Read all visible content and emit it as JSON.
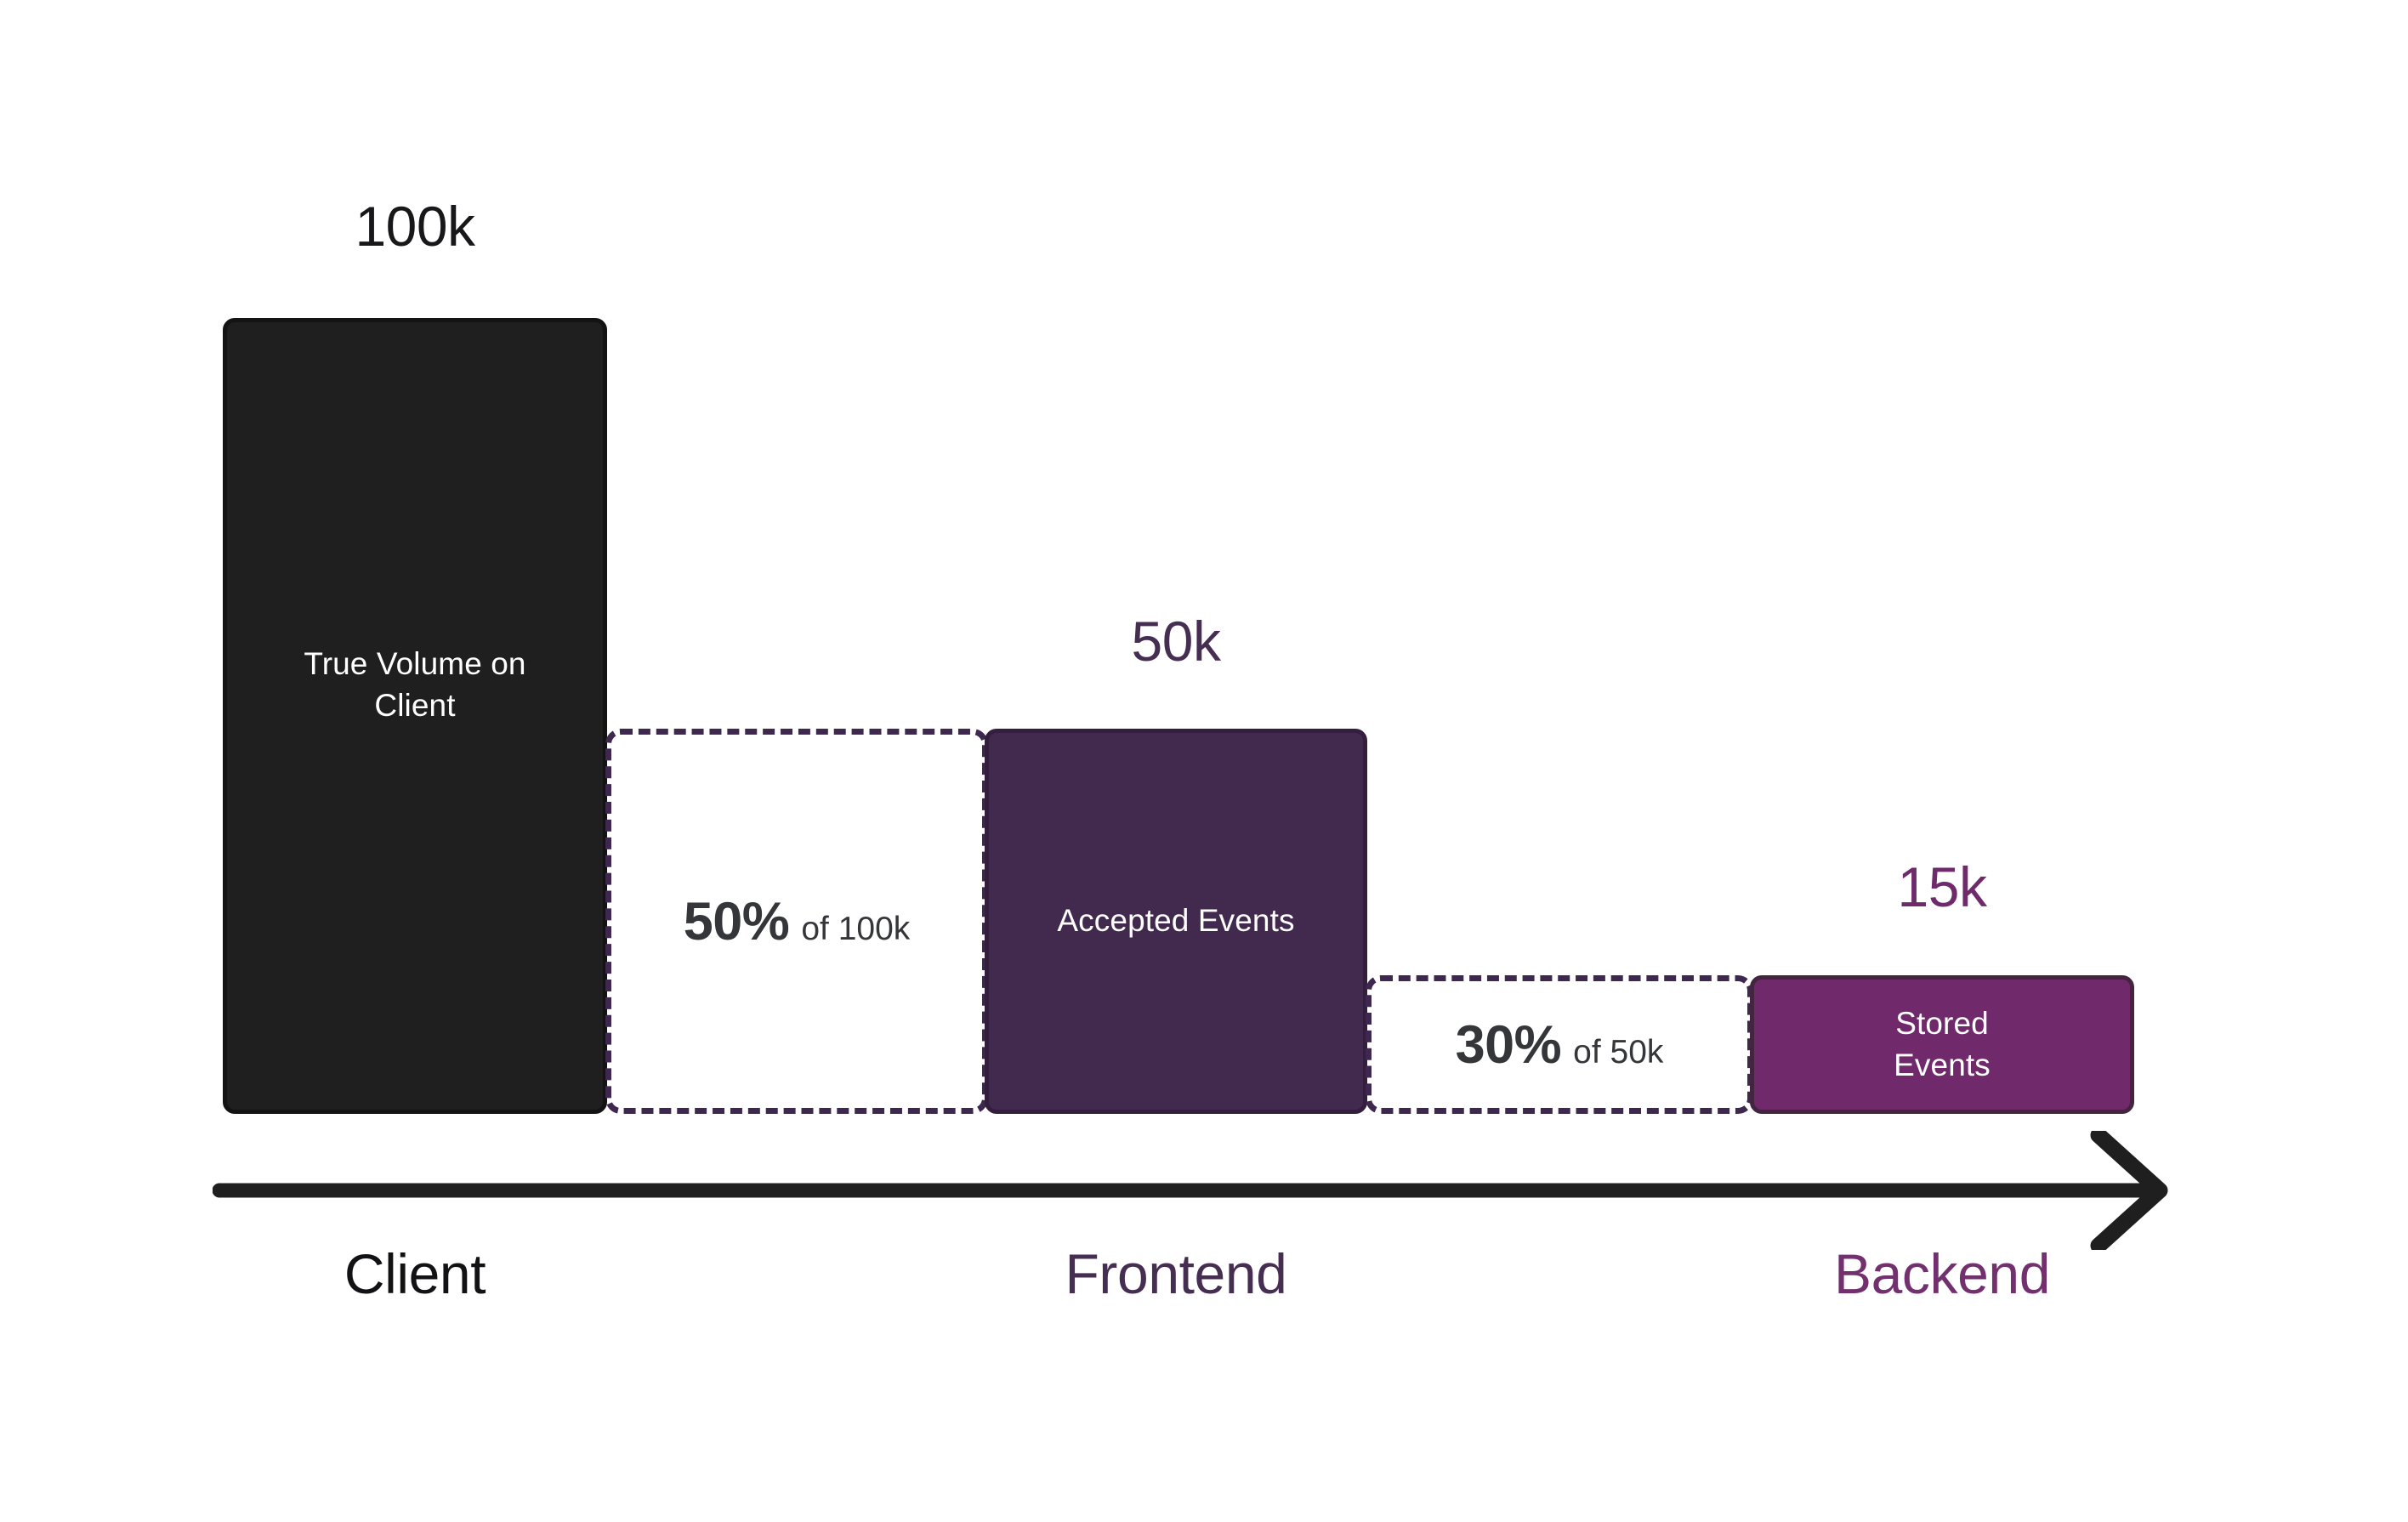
{
  "chart_data": {
    "type": "bar",
    "title": "",
    "subtitle": "",
    "xlabel": "",
    "ylabel": "",
    "grid": false,
    "legend": "none",
    "orientation": "vertical",
    "description": "Event volume funnel showing attrition from client to backend",
    "categories": [
      "Client",
      "Frontend",
      "Backend"
    ],
    "values": [
      100000,
      50000,
      15000
    ],
    "value_labels": [
      "100k",
      "50k",
      "15k"
    ],
    "bar_labels": [
      "True Volume on Client",
      "Accepted Events",
      "Stored Events"
    ],
    "bar_colors": [
      "#1F1F20",
      "#42294E",
      "#702A6C"
    ],
    "ylim": [
      0,
      100000
    ],
    "dropoffs": [
      {
        "percent": "50%",
        "of_text": "of 100k",
        "from": 100000,
        "to": 50000,
        "rate": 0.5
      },
      {
        "percent": "30%",
        "of_text": "of 50k",
        "from": 50000,
        "to": 15000,
        "rate": 0.3
      }
    ]
  },
  "bars": [
    {
      "stage": "Client",
      "value_label": "100k",
      "inner_label_line1": "True Volume on",
      "inner_label_line2": "Client",
      "color": "#1F1F20"
    },
    {
      "stage": "Frontend",
      "value_label": "50k",
      "inner_label_line1": "Accepted Events",
      "inner_label_line2": "",
      "color": "#42294E"
    },
    {
      "stage": "Backend",
      "value_label": "15k",
      "inner_label_line1": "Stored",
      "inner_label_line2": "Events",
      "color": "#702A6C"
    }
  ],
  "dropoffs": [
    {
      "percent": "50%",
      "of_text": "of 100k"
    },
    {
      "percent": "30%",
      "of_text": "of 50k"
    }
  ],
  "stages": [
    {
      "label": "Client",
      "color": "#121214"
    },
    {
      "label": "Frontend",
      "color": "#452E52"
    },
    {
      "label": "Backend",
      "color": "#73306F"
    }
  ],
  "axis": {
    "direction": "right",
    "color": "#1F1F20"
  },
  "colors": {
    "background": "#ffffff",
    "client_bar": "#1F1F20",
    "frontend_bar": "#42294E",
    "backend_bar": "#702A6C",
    "dashed_border": "#3E2850",
    "dropoff_text": "#35363A",
    "axis": "#1F1F20"
  }
}
